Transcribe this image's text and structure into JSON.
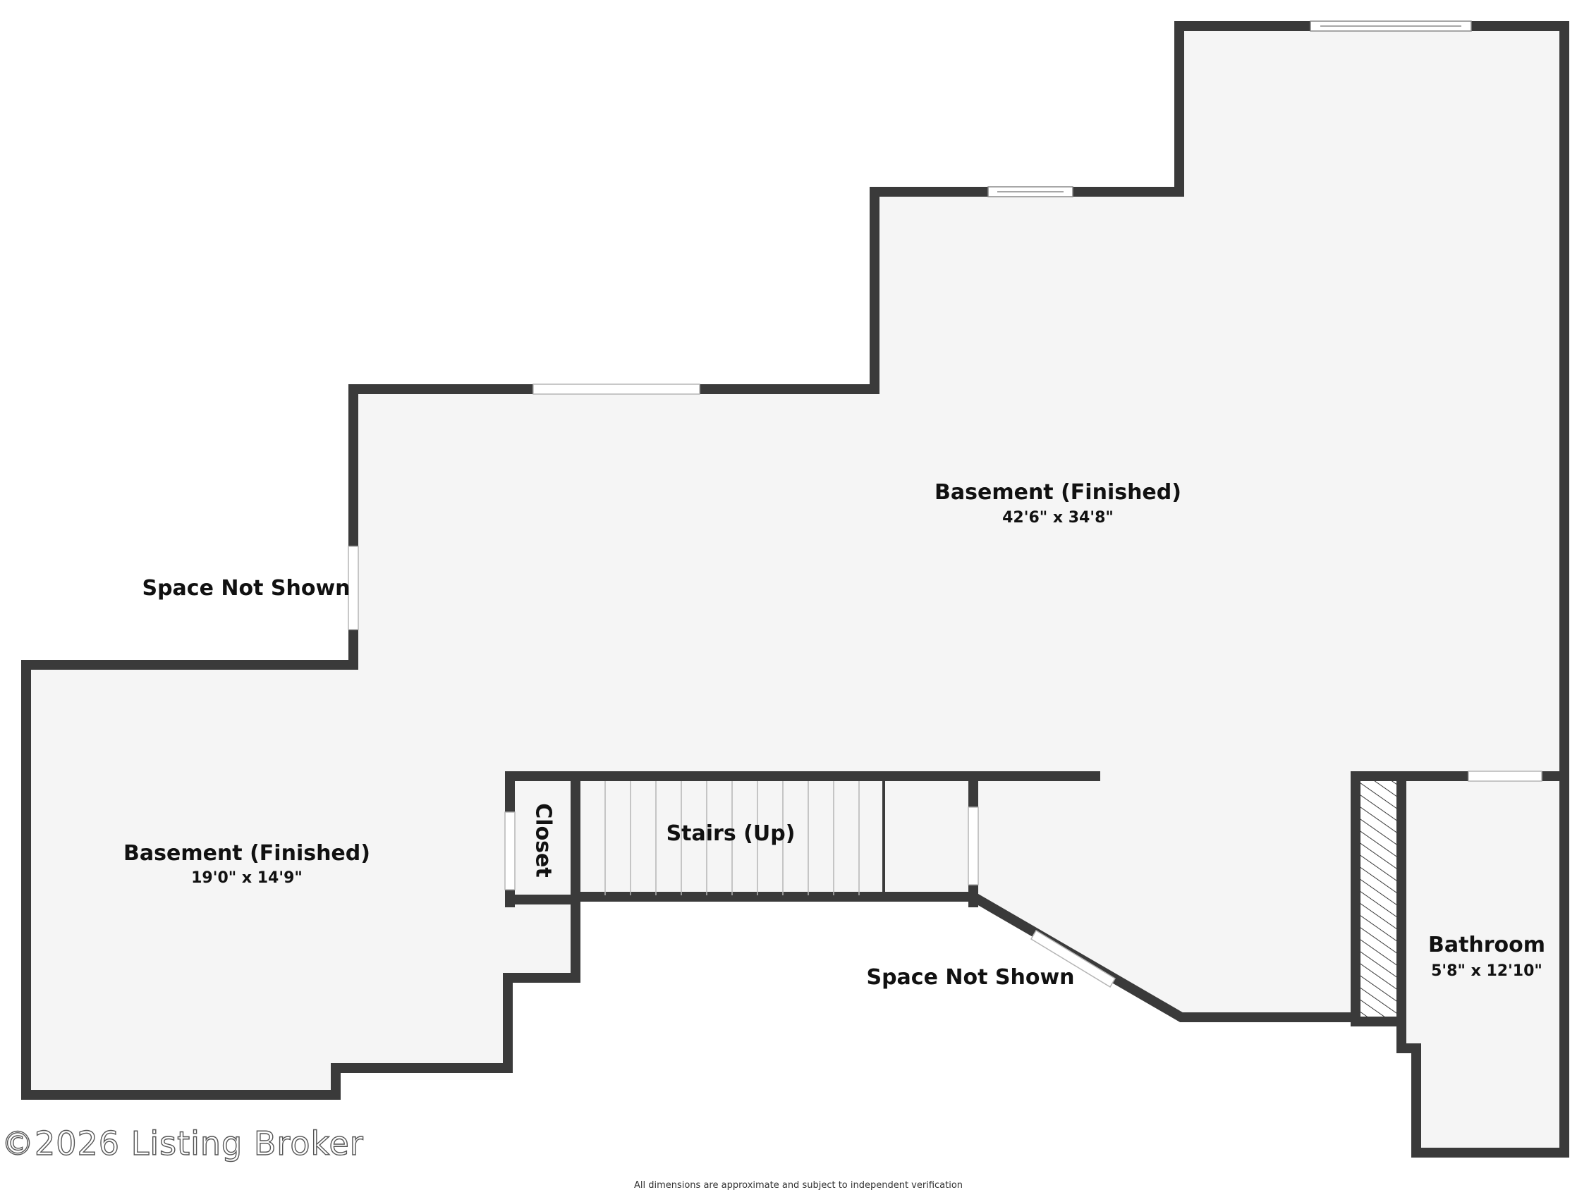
{
  "rooms": {
    "main_basement": {
      "name": "Basement (Finished)",
      "dims": "42'6\" x 34'8\""
    },
    "west_basement": {
      "name": "Basement (Finished)",
      "dims": "19'0\" x 14'9\""
    },
    "closet": {
      "name": "Closet"
    },
    "stairs": {
      "name": "Stairs (Up)"
    },
    "bathroom": {
      "name": "Bathroom",
      "dims": "5'8\" x 12'10\""
    }
  },
  "outside_labels": {
    "west": "Space Not Shown",
    "south": "Space Not Shown"
  },
  "watermark": "©2026 Listing Broker",
  "disclaimer": "All dimensions are approximate and subject to independent verification",
  "colors": {
    "wall": "#3a3a3a",
    "floor": "#f5f5f5",
    "background": "#ffffff",
    "opening": "#ffffff"
  }
}
